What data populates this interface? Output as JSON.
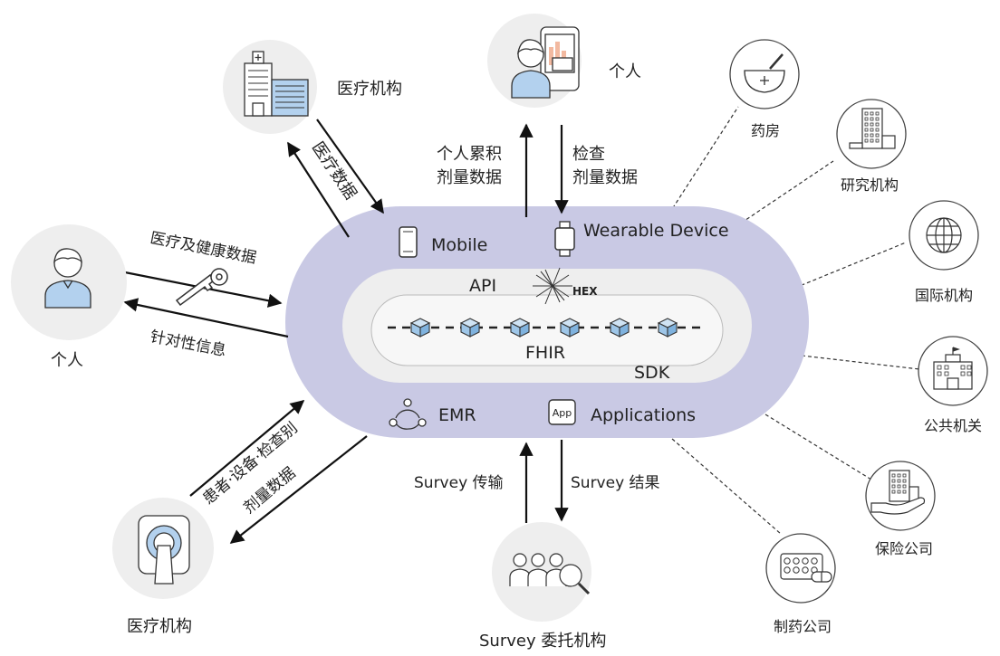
{
  "hub": {
    "mobile_label": "Mobile",
    "wearable_label": "Wearable Device",
    "api_label": "API",
    "hex_label": "HEX",
    "fhir_label": "FHIR",
    "sdk_label": "SDK",
    "emr_label": "EMR",
    "applications_label": "Applications",
    "app_icon_text": "App"
  },
  "nodes": {
    "medical_top": "医疗机构",
    "person_top": "个人",
    "person_left": "个人",
    "medical_bottom": "医疗机构",
    "survey_org": "Survey 委托机构"
  },
  "flows": {
    "medical_data": "医疗数据",
    "cumulative_dose_1": "个人累积",
    "cumulative_dose_2": "剂量数据",
    "exam_dose_1": "检查",
    "exam_dose_2": "剂量数据",
    "health_data": "医疗及健康数据",
    "targeted_info": "针对性信息",
    "patient_dose_1": "患者·设备·检查别",
    "patient_dose_2": "剂量数据",
    "survey_transfer": "Survey 传输",
    "survey_result": "Survey 结果"
  },
  "partners": [
    "药房",
    "研究机构",
    "国际机构",
    "公共机关",
    "保险公司",
    "制药公司"
  ],
  "colors": {
    "hub_outer": "#c9c9e4",
    "hub_middle": "#eeeeee",
    "hub_inner": "#f7f7f7",
    "node_bg": "#eeeeee",
    "accent_blue": "#b3d1ee",
    "cube_blue": "#9ec6e8"
  }
}
